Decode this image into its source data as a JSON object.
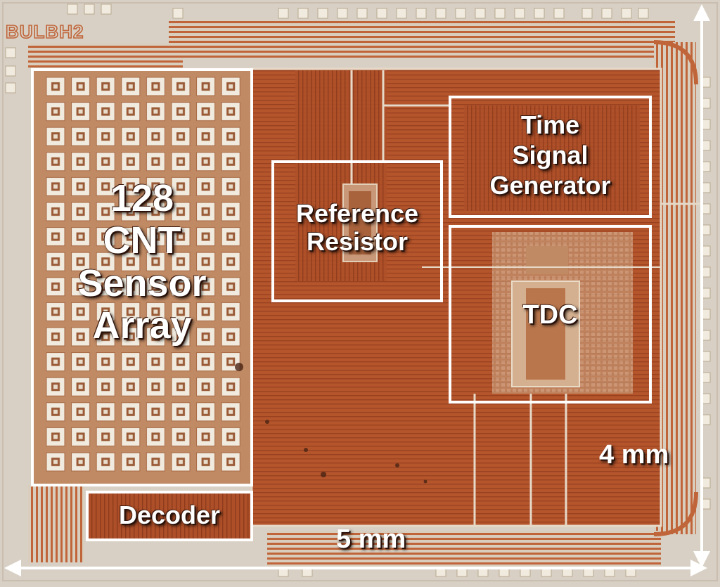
{
  "chip_marking": "BULBH2",
  "sensor_array": {
    "line1": "128",
    "line2": "CNT",
    "line3": "Sensor",
    "line4": "Array"
  },
  "decoder": {
    "label": "Decoder"
  },
  "reference_resistor": {
    "line1": "Reference",
    "line2": "Resistor"
  },
  "time_signal_generator": {
    "line1": "Time",
    "line2": "Signal",
    "line3": "Generator"
  },
  "tdc": {
    "label": "TDC"
  },
  "dimensions": {
    "width": "5 mm",
    "height": "4 mm"
  },
  "colors": {
    "die_background": "#d8d0c4",
    "copper": "#b0502a",
    "copper_dark": "#8f3d1e",
    "pad": "#f1ebdf",
    "label_box": "#ffffff"
  }
}
